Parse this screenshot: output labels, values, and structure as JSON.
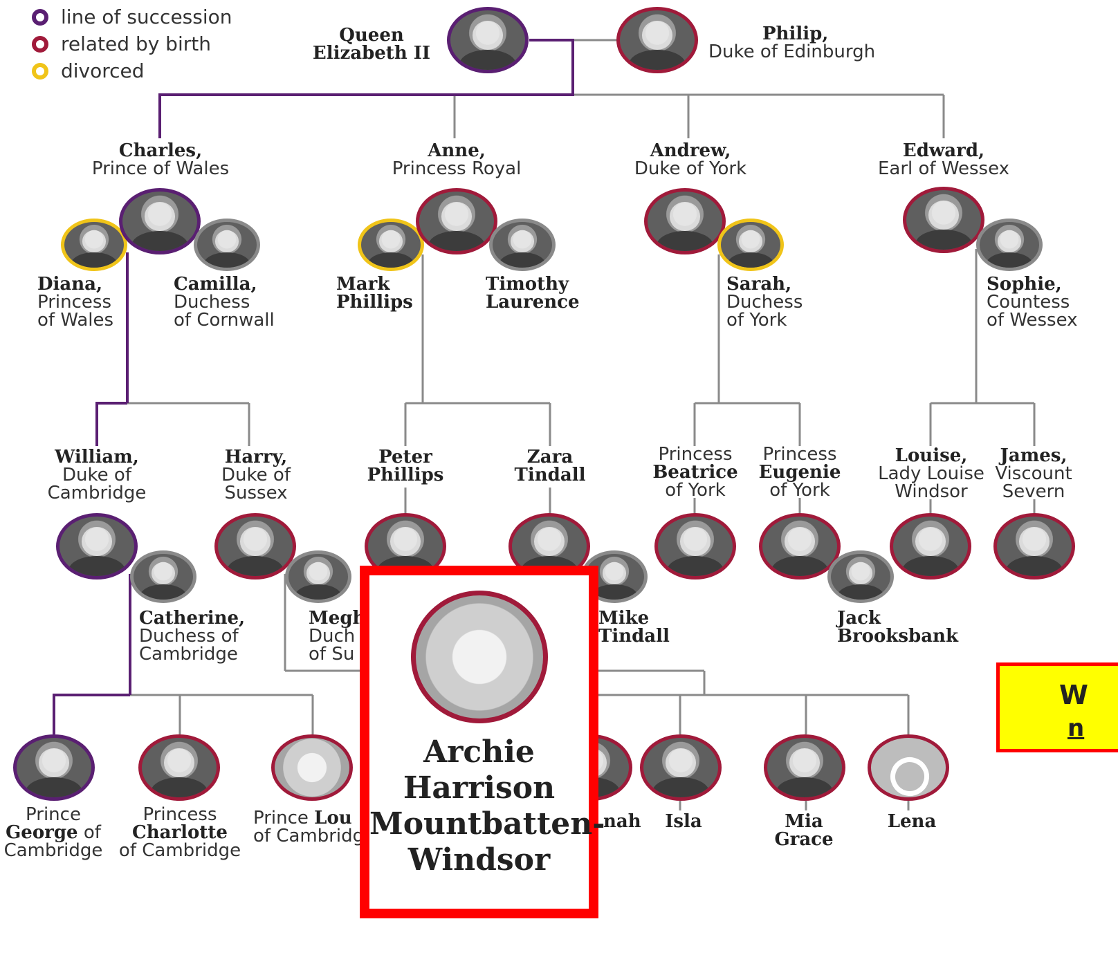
{
  "colors": {
    "line_of_succession": "#5a1f72",
    "related_by_birth": "#a01a3a",
    "divorced": "#f0c419",
    "highlight": "#ff0000",
    "note_bg": "#ffff00",
    "connector": "#8a8a8a"
  },
  "legend": [
    {
      "label": "line of succession",
      "ring": "purple"
    },
    {
      "label": "related by birth",
      "ring": "red"
    },
    {
      "label": "divorced",
      "ring": "yellow"
    }
  ],
  "people": {
    "queen": {
      "name1": "Queen",
      "name2": "Elizabeth II"
    },
    "philip": {
      "title": "Philip,",
      "role": "Duke of Edinburgh"
    },
    "charles": {
      "title": "Charles,",
      "role": "Prince of Wales"
    },
    "anne": {
      "title": "Anne,",
      "role": "Princess Royal"
    },
    "andrew": {
      "title": "Andrew,",
      "role": "Duke of York"
    },
    "edward": {
      "title": "Edward,",
      "role": "Earl of Wessex"
    },
    "diana": {
      "title": "Diana,",
      "role1": "Princess",
      "role2": "of Wales"
    },
    "camilla": {
      "title": "Camilla,",
      "role1": "Duchess",
      "role2": "of Cornwall"
    },
    "mark": {
      "name1": "Mark",
      "name2": "Phillips"
    },
    "timothy": {
      "name1": "Timothy",
      "name2": "Laurence"
    },
    "sarah": {
      "title": "Sarah,",
      "role1": "Duchess",
      "role2": "of York"
    },
    "sophie": {
      "title": "Sophie,",
      "role1": "Countess",
      "role2": "of Wessex"
    },
    "william": {
      "title": "William,",
      "role1": "Duke of",
      "role2": "Cambridge"
    },
    "harry": {
      "title": "Harry,",
      "role1": "Duke of",
      "role2": "Sussex"
    },
    "peter": {
      "name1": "Peter",
      "name2": "Phillips"
    },
    "zara": {
      "name1": "Zara",
      "name2": "Tindall"
    },
    "beatrice": {
      "pre": "Princess",
      "name": "Beatrice",
      "post": "of York"
    },
    "eugenie": {
      "pre": "Princess",
      "name": "Eugenie",
      "post": "of York"
    },
    "louise": {
      "title": "Louise,",
      "role1": "Lady Louise",
      "role2": "Windsor"
    },
    "james": {
      "title": "James,",
      "role1": "Viscount",
      "role2": "Severn"
    },
    "catherine": {
      "title": "Catherine,",
      "role1": "Duchess of",
      "role2": "Cambridge"
    },
    "meghan": {
      "name1": "Megh",
      "name2": "Duch",
      "name3": "of Su"
    },
    "mike": {
      "name1": "Mike",
      "name2": "Tindall"
    },
    "jack": {
      "name1": "Jack",
      "name2": "Brooksbank"
    },
    "george": {
      "pre": "Prince",
      "name": "George",
      "post_inline": " of",
      "post": "Cambridge"
    },
    "charlotte": {
      "pre": "Princess",
      "name": "Charlotte",
      "post": "of Cambridge"
    },
    "louis": {
      "pre": "Prince ",
      "name": "Lou",
      "post": "of Cambridg"
    },
    "savannah": {
      "name": "nah"
    },
    "isla": {
      "name": "Isla"
    },
    "mia": {
      "name1": "Mia",
      "name2": "Grace"
    },
    "lena": {
      "name": "Lena"
    }
  },
  "highlight": {
    "name": [
      "Archie",
      "Harrison",
      "Mountbatten-",
      "Windsor"
    ]
  },
  "note": {
    "line1": "W",
    "line2": "n"
  }
}
